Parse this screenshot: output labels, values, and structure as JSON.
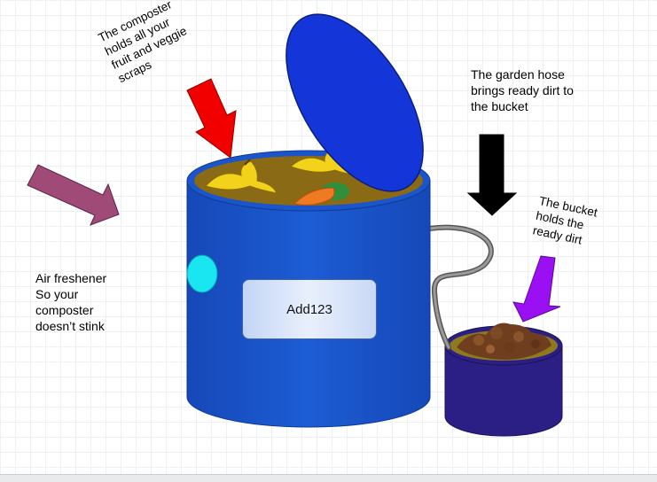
{
  "notes": {
    "composter": "The composter\nholds all your\nfruit and veggie\nscraps",
    "hose": "The garden hose\nbrings ready dirt to\nthe bucket",
    "bucket": "The bucket\nholds the\nready dirt",
    "air": "Air freshener\nSo your\ncomposter\ndoesn’t stink"
  },
  "bin_label": "Add123",
  "colors": {
    "bin_body": "#1b55cc",
    "lid": "#1436d8",
    "compost": "#8a6a14",
    "bucket": "#2b1f86",
    "air_freshener": "#19e6f0",
    "arrow_composter": "#f20000",
    "arrow_hose": "#000000",
    "arrow_bucket": "#9a10f2",
    "arrow_air": "#a04a78"
  }
}
